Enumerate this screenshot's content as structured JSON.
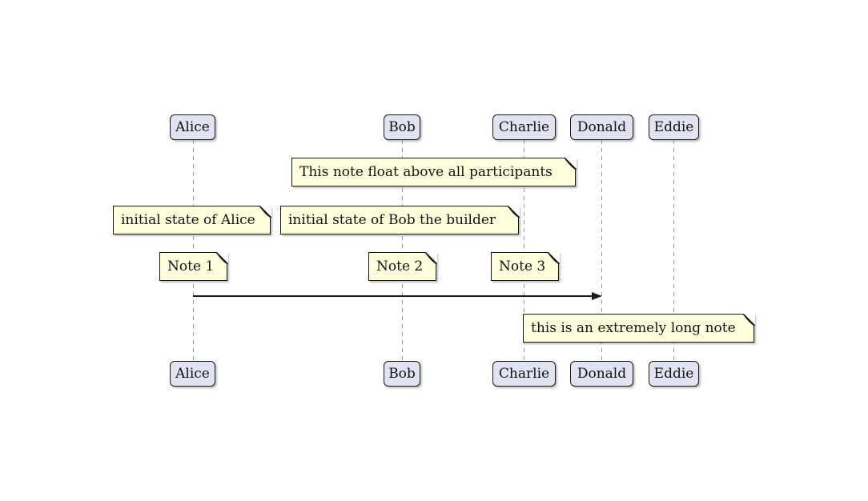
{
  "diagram_type": "sequence-diagram",
  "participants": [
    {
      "label": "Alice"
    },
    {
      "label": "Bob"
    },
    {
      "label": "Charlie"
    },
    {
      "label": "Donald"
    },
    {
      "label": "Eddie"
    }
  ],
  "notes": [
    {
      "text": "This note float above all participants",
      "placement": "floating over Bob and Charlie"
    },
    {
      "text": "initial state of Alice",
      "placement": "over Alice"
    },
    {
      "text": "initial state of Bob the builder",
      "placement": "over Bob"
    },
    {
      "text": "Note 1",
      "placement": "over Alice"
    },
    {
      "text": "Note 2",
      "placement": "over Bob"
    },
    {
      "text": "Note 3",
      "placement": "over Charlie"
    },
    {
      "text": "this is an extremely long note",
      "placement": "over Donald, extending right"
    }
  ],
  "messages": [
    {
      "from": "Alice",
      "to": "Donald",
      "label": ""
    }
  ],
  "colors": {
    "background": "#FFFFFF",
    "participant_fill": "#E2E2F0",
    "participant_border": "#181818",
    "note_fill": "#FEFFDD",
    "note_border": "#181818",
    "lifeline": "#999999",
    "arrow": "#181818",
    "text": "#121212"
  }
}
